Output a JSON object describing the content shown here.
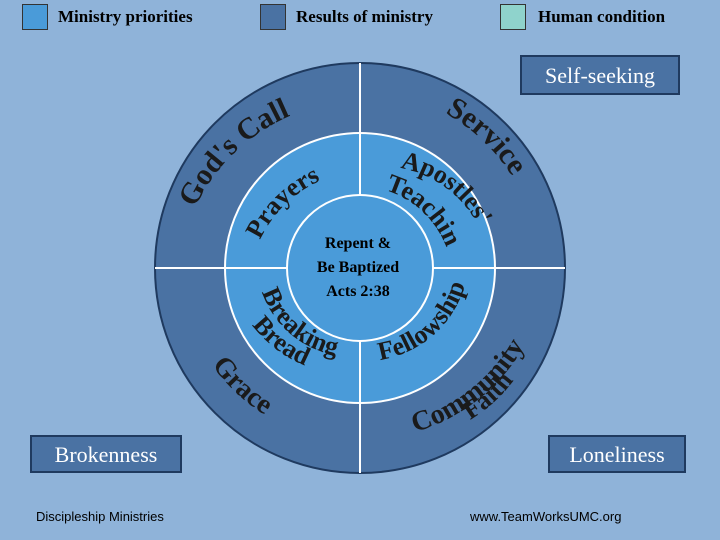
{
  "legend": [
    {
      "label": "Ministry priorities",
      "color": "#4a9bd9"
    },
    {
      "label": "Results of ministry",
      "color": "#4a72a3"
    },
    {
      "label": "Human condition",
      "color": "#8fd3cc"
    }
  ],
  "colors": {
    "background": "#8fb3d9",
    "outer_ring": "#4a72a3",
    "inner_ring": "#4a9bd9",
    "center": "#4a9bd9",
    "divider": "#ffffff"
  },
  "conditions": {
    "top_right": "Self-seeking",
    "bottom_left": "Brokenness",
    "bottom_right": "Loneliness"
  },
  "outer_ring": {
    "top_left": "God's Call",
    "top_right": "Service",
    "bottom_left": "Grace",
    "bottom_right_line1": "Community of",
    "bottom_right_line2": "Faith"
  },
  "inner_ring": {
    "top_left": "Prayers",
    "top_right_line1": "Apostles'",
    "top_right_line2": "Teaching",
    "bottom_left_line1": "Breaking",
    "bottom_left_line2": "Bread",
    "bottom_right": "Fellowship"
  },
  "center": {
    "line1": "Repent &",
    "line2": "Be Baptized",
    "line3": "Acts 2:38"
  },
  "footer": {
    "left": "Discipleship Ministries",
    "right": "www.TeamWorksUMC.org"
  }
}
